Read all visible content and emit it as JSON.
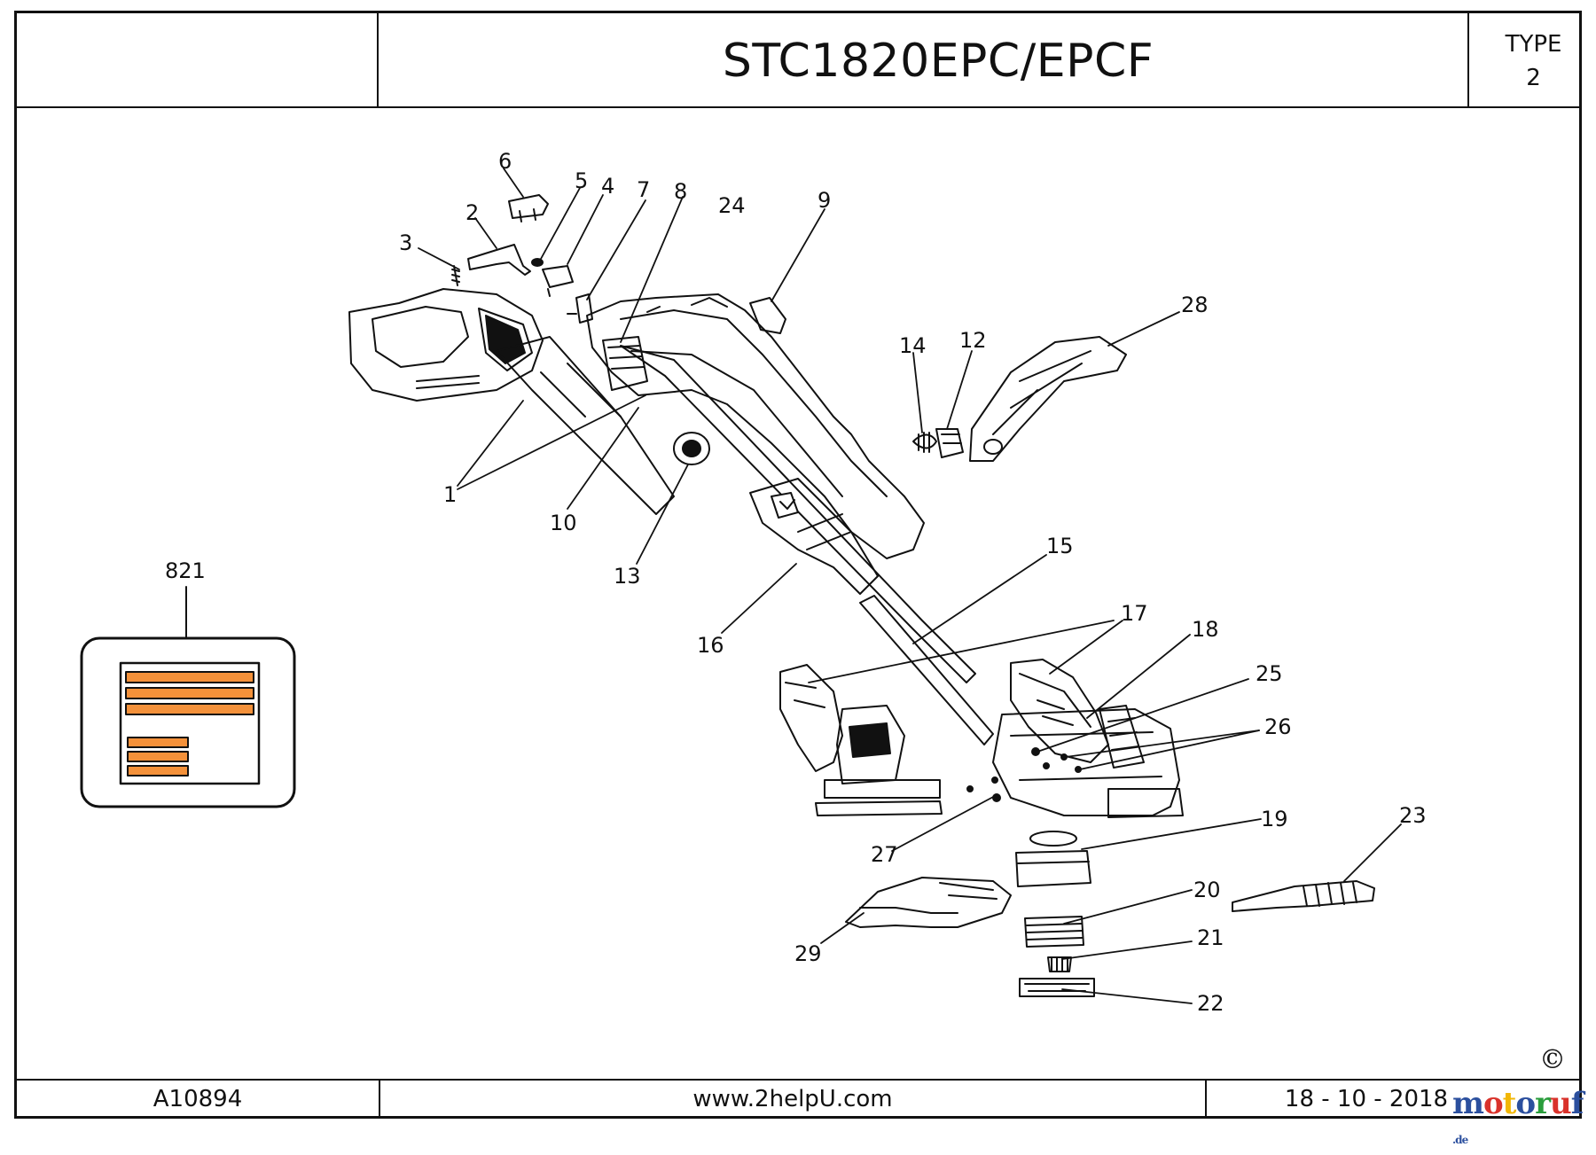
{
  "header": {
    "title": "STC1820EPC/EPCF",
    "type_label": "TYPE",
    "type_value": "2"
  },
  "footer": {
    "drawing_id": "A10894",
    "website": "www.2helpU.com",
    "date": "18 - 10 - 2018"
  },
  "copyright_symbol": "©",
  "watermark": {
    "letters": [
      "m",
      "o",
      "t",
      "o",
      "r",
      "u",
      "f"
    ],
    "colors": [
      "#2b4f9e",
      "#d9322b",
      "#f2b705",
      "#2b4f9e",
      "#2a9d3c",
      "#d9322b",
      "#2b4f9e"
    ],
    "suffix": ".de"
  },
  "callouts": [
    "1",
    "2",
    "3",
    "4",
    "5",
    "6",
    "7",
    "8",
    "9",
    "10",
    "12",
    "13",
    "14",
    "15",
    "16",
    "17",
    "18",
    "19",
    "20",
    "21",
    "22",
    "23",
    "24",
    "25",
    "26",
    "27",
    "28",
    "29",
    "821"
  ],
  "label_colors": {
    "stripe": "#f4913a",
    "outline": "#111111"
  }
}
